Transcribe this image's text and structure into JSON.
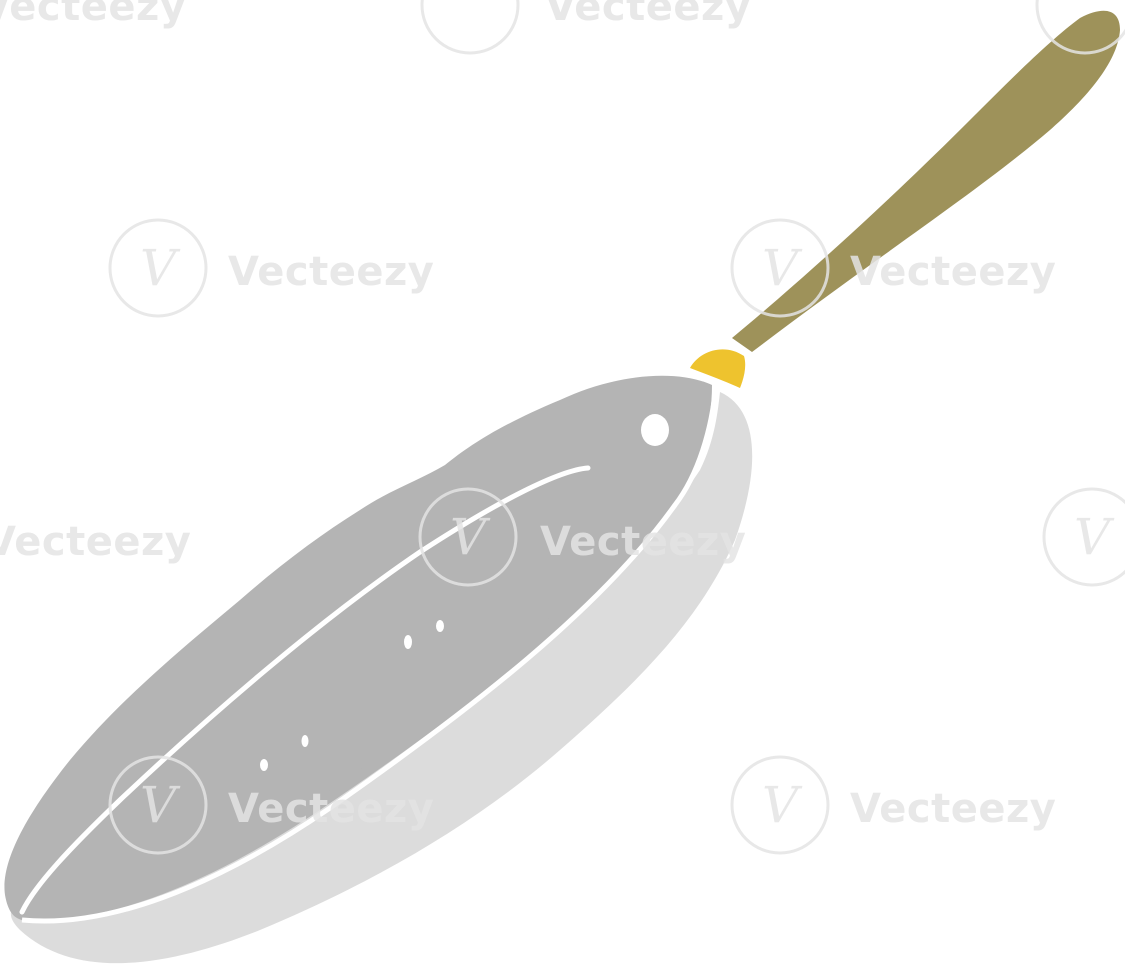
{
  "image": {
    "subject": "frying pan",
    "style": "flat cartoon illustration"
  },
  "colors": {
    "background": "#ffffff",
    "pan_interior": "#b4b4b4",
    "pan_side": "#dcdcdc",
    "pan_outline": "#ffffff",
    "handle": "#9e925a",
    "handle_collar": "#eec32e",
    "watermark": "#e4e4e4"
  },
  "watermark": {
    "brand_text": "Vecteezy",
    "logo_glyph": "V"
  },
  "icons": {
    "watermark_logo": "vecteezy-logo-icon"
  }
}
